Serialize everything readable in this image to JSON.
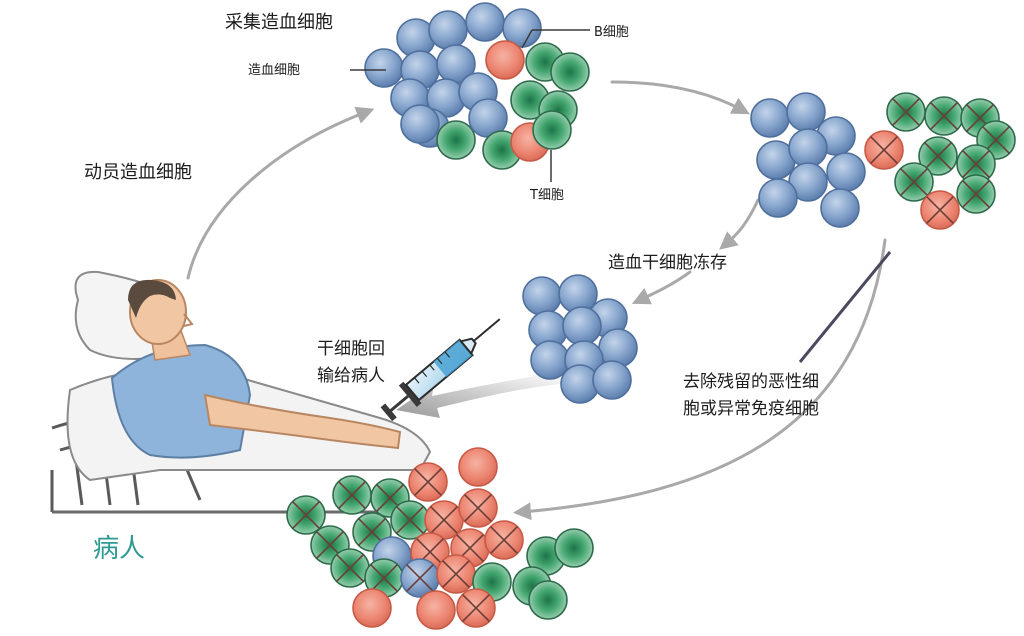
{
  "labels": {
    "collect": "采集造血细胞",
    "hsc": "造血细胞",
    "b_cell": "B细胞",
    "t_cell": "T细胞",
    "mobilize": "动员造血细胞",
    "freeze": "造血干细胞冻存",
    "reinfuse_1": "干细胞回",
    "reinfuse_2": "输给病人",
    "remove_1": "去除残留的恶性细",
    "remove_2": "胞或异常免疫细胞",
    "patient": "病人"
  },
  "colors": {
    "blue_cell": "#7d9cc4",
    "green_cell": "#2e8d5c",
    "salmon_cell": "#ec8672",
    "arrow": "#a9a9a9",
    "patient_label": "#2f9a93"
  },
  "icons": [
    "syringe-icon",
    "patient-illustration"
  ]
}
